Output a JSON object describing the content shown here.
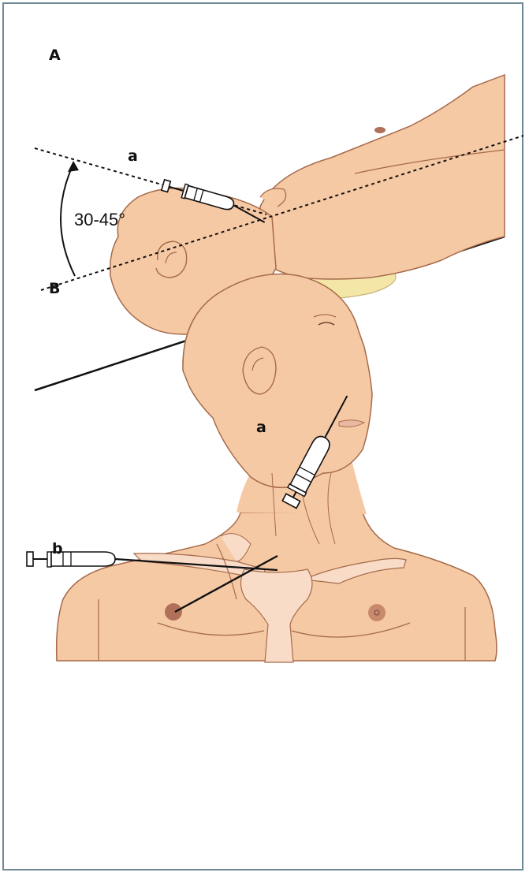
{
  "panels": {
    "a": {
      "letter": "A",
      "line_label": "a",
      "angle_label": "30-45°"
    },
    "b": {
      "letter": "B",
      "needle_a_label": "a",
      "needle_b_label": "b"
    }
  },
  "colors": {
    "skin": "#f6c9a5",
    "skin_outline": "#a56a4a",
    "bone": "#f9dcc8",
    "pillow": "#f3e6a6",
    "nipple": "#b0705a",
    "frame": "#6e8894"
  }
}
